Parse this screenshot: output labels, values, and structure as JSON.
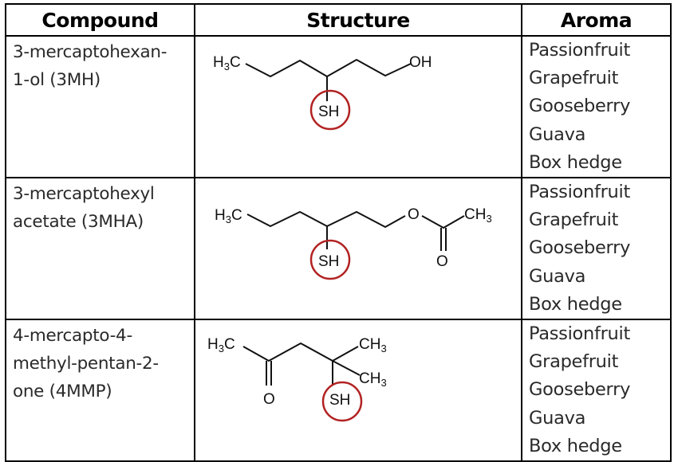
{
  "table": {
    "headers": [
      "Compound",
      "Structure",
      "Aroma"
    ],
    "rows": [
      {
        "compound_lines": [
          "3-mercaptohexan-",
          "1-ol (3MH)"
        ],
        "structure": {
          "name": "3MH structure",
          "labels": {
            "left": "H3C",
            "right": "OH",
            "thiol": "SH"
          }
        },
        "aromas": [
          "Passionfruit",
          "Grapefruit",
          "Gooseberry",
          "Guava",
          "Box hedge"
        ]
      },
      {
        "compound_lines": [
          "3-mercaptohexyl",
          "acetate (3MHA)"
        ],
        "structure": {
          "name": "3MHA structure",
          "labels": {
            "left": "H3C",
            "ester_o": "O",
            "right": "CH3",
            "carbonyl_o": "O",
            "thiol": "SH"
          }
        },
        "aromas": [
          "Passionfruit",
          "Grapefruit",
          "Gooseberry",
          "Guava",
          "Box hedge"
        ]
      },
      {
        "compound_lines": [
          "4-mercapto-4-",
          "methyl-pentan-2-",
          "one (4MMP)"
        ],
        "structure": {
          "name": "4MMP structure",
          "labels": {
            "left": "H3C",
            "methyl_top": "CH3",
            "methyl_bottom": "CH3",
            "carbonyl_o": "O",
            "thiol": "SH"
          }
        },
        "aromas": [
          "Passionfruit",
          "Grapefruit",
          "Gooseberry",
          "Guava",
          "Box hedge"
        ]
      }
    ]
  },
  "colors": {
    "border": "#000000",
    "text": "#2a2a2a",
    "thiol_highlight": "#b22222"
  }
}
